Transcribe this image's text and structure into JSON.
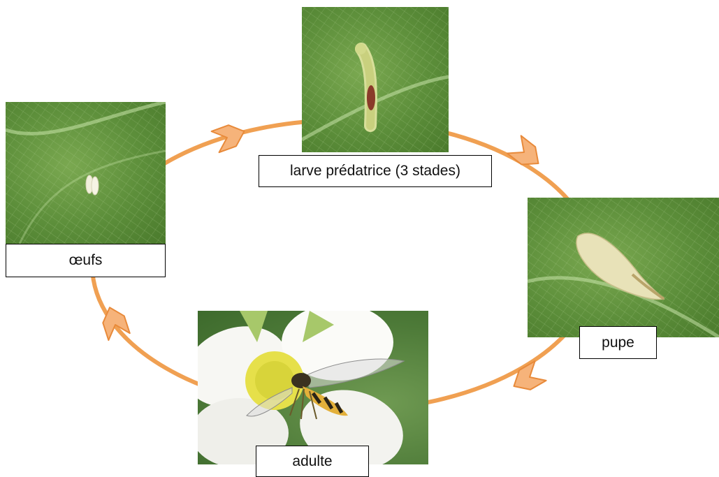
{
  "stages": [
    {
      "id": "eggs",
      "label": "œufs"
    },
    {
      "id": "larva",
      "label": "larve prédatrice (3 stades)"
    },
    {
      "id": "pupa",
      "label": "pupe"
    },
    {
      "id": "adult",
      "label": "adulte"
    }
  ],
  "colors": {
    "ring": "#f0a052",
    "arrow_fill": "#f6b37a",
    "arrow_stroke": "#e88a3a",
    "leaf": "#5c8e3a"
  },
  "icons": [
    "eggs-photo",
    "larva-photo",
    "pupa-photo",
    "hoverfly-photo"
  ]
}
